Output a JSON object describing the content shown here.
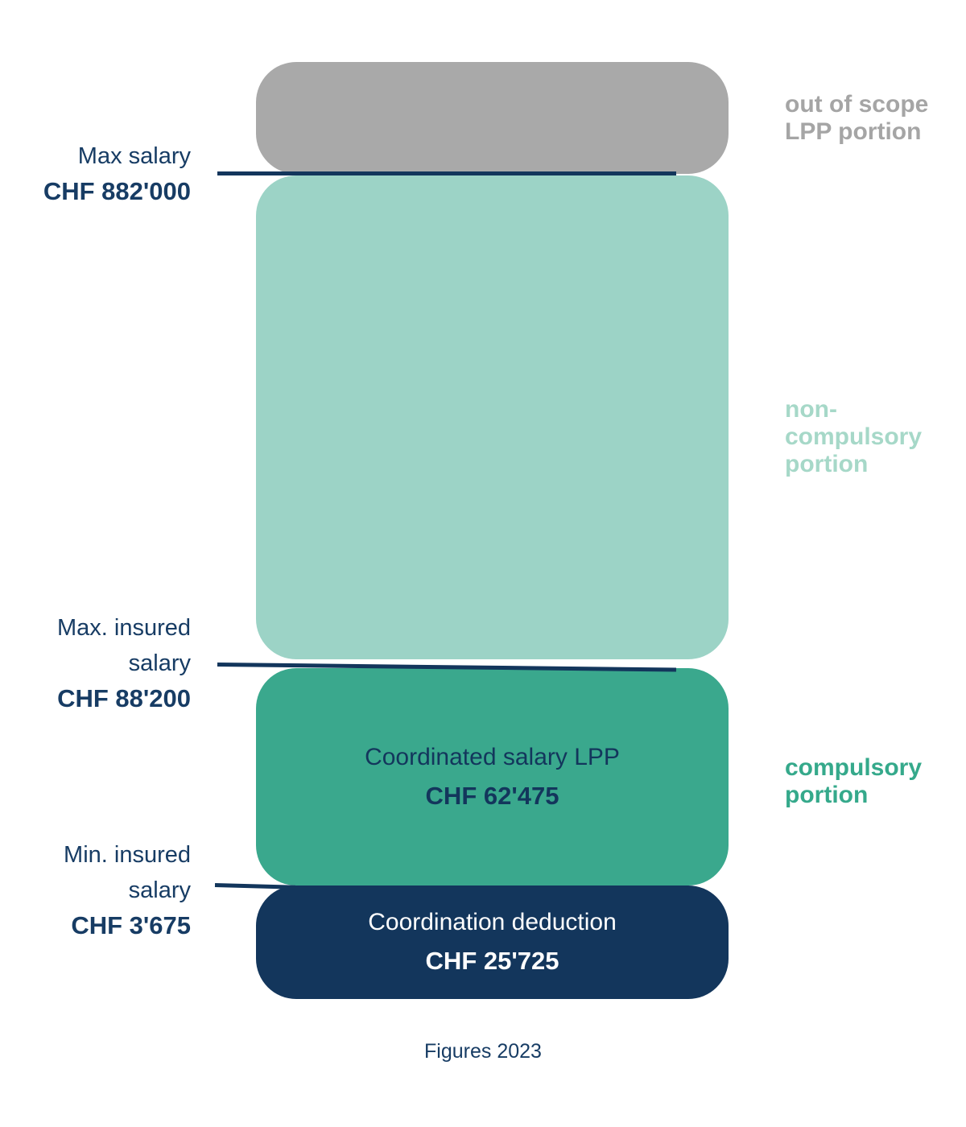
{
  "colors": {
    "navy": "#13365c",
    "navy_text": "#173c64",
    "gray": "#a9a9a9",
    "gray_label": "#a5a5a5",
    "mint": "#9cd3c6",
    "mint_label": "#a6d8c8",
    "teal": "#3aa88d",
    "teal_label": "#35a98b",
    "white_text": "#ffffff"
  },
  "thresholds": [
    {
      "line1": "Max salary",
      "value": "CHF 882'000"
    },
    {
      "line1": "Max. insured",
      "line2": "salary",
      "value": "CHF 88'200"
    },
    {
      "line1": "Min. insured",
      "line2": "salary",
      "value": "CHF 3'675"
    }
  ],
  "segments": [
    {
      "name": "out of scope LPP portion",
      "color": "#a9a9a9"
    },
    {
      "name": "non-compulsory portion",
      "color": "#9cd3c6"
    },
    {
      "name": "compulsory portion - coordinated salary",
      "color": "#3aa88d",
      "label": "Coordinated salary LPP",
      "value": "CHF 62'475"
    },
    {
      "name": "coordination deduction",
      "color": "#13365c",
      "label": "Coordination deduction",
      "value": "CHF 25'725"
    }
  ],
  "side_labels": [
    {
      "lines": [
        "out of scope",
        "LPP portion"
      ],
      "color": "#a5a5a5"
    },
    {
      "lines": [
        "non-",
        "compulsory",
        "portion"
      ],
      "color": "#a6d8c8"
    },
    {
      "lines": [
        "compulsory",
        "portion"
      ],
      "color": "#35a98b"
    }
  ],
  "footer": {
    "text": "Figures 2023"
  }
}
